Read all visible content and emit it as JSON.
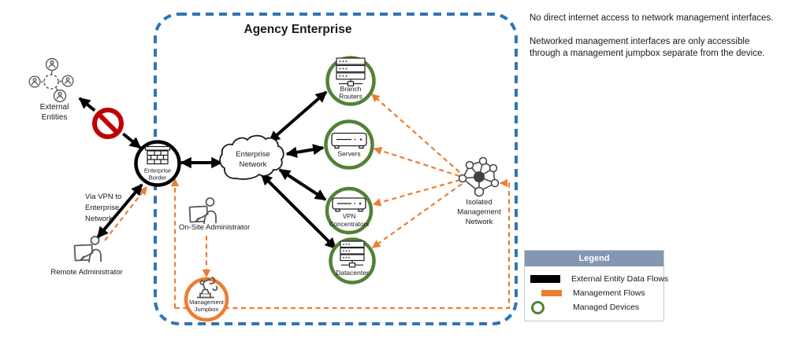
{
  "title": "Agency Enterprise",
  "annotations": {
    "note1": "No direct internet access to network management interfaces.",
    "note2": "Networked management interfaces are only accessible through a management jumpbox separate from the device.",
    "vpn_note": [
      "Via VPN to",
      "Enterprise",
      "Network"
    ]
  },
  "nodes": {
    "external_entities": {
      "label": [
        "External",
        "Entities"
      ]
    },
    "enterprise_border": {
      "label": [
        "Enterprise",
        "Border"
      ]
    },
    "remote_admin": {
      "label": "Remote Administrator"
    },
    "onsite_admin": {
      "label": "On-Site Administrator"
    },
    "enterprise_network": {
      "label": [
        "Enterprise",
        "Network"
      ]
    },
    "branch_routers": {
      "label": [
        "Branch",
        "Routers"
      ]
    },
    "servers": {
      "label": "Servers"
    },
    "vpn_concentrators": {
      "label": [
        "VPN",
        "Concentrators"
      ]
    },
    "datacenter": {
      "label": "Datacenter"
    },
    "isolated_mgmt_network": {
      "label": [
        "Isolated",
        "Management",
        "Network"
      ]
    },
    "management_jumpbox": {
      "label": [
        "Management",
        "Jumpbox"
      ]
    }
  },
  "legend": {
    "title": "Legend",
    "items": [
      {
        "label": "External Entity Data Flows",
        "swatch": "black-line"
      },
      {
        "label": "Management Flows",
        "swatch": "orange-line"
      },
      {
        "label": "Managed Devices",
        "swatch": "green-circle"
      }
    ]
  },
  "colors": {
    "boundary_blue": "#2E75B6",
    "management_orange": "#ED7D31",
    "managed_green": "#538135",
    "prohibited_red": "#C00000",
    "flow_black": "#000000",
    "legend_header": "#8496B0",
    "icon_gray": "#595959",
    "text_dark": "#1A1A1A"
  }
}
